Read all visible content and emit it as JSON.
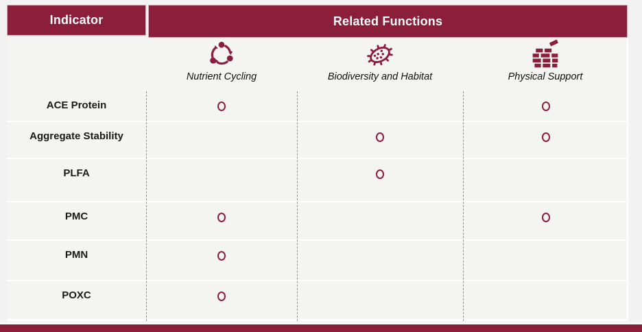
{
  "colors": {
    "maroon": "#8B1E3B",
    "background": "#f2f2f2",
    "cell_background": "#f4f4f3",
    "gridline": "#ffffff",
    "text": "#1a1a1a",
    "header_text": "#ffffff"
  },
  "header": {
    "indicator_label": "Indicator",
    "related_functions_label": "Related Functions"
  },
  "columns": [
    {
      "label": "Nutrient Cycling",
      "icon": "nutrient-cycling-icon"
    },
    {
      "label": "Biodiversity and Habitat",
      "icon": "microbe-icon"
    },
    {
      "label": "Physical Support",
      "icon": "brick-wall-icon"
    }
  ],
  "marker_glyph": "open-circle",
  "rows": [
    {
      "indicator": "ACE Protein",
      "related": [
        true,
        false,
        true
      ]
    },
    {
      "indicator": "Aggregate Stability",
      "related": [
        false,
        true,
        true
      ]
    },
    {
      "indicator": "PLFA",
      "related": [
        false,
        true,
        false
      ]
    },
    {
      "indicator": "PMC",
      "related": [
        true,
        false,
        true
      ]
    },
    {
      "indicator": "PMN",
      "related": [
        true,
        false,
        false
      ]
    },
    {
      "indicator": "POXC",
      "related": [
        true,
        false,
        false
      ]
    }
  ]
}
